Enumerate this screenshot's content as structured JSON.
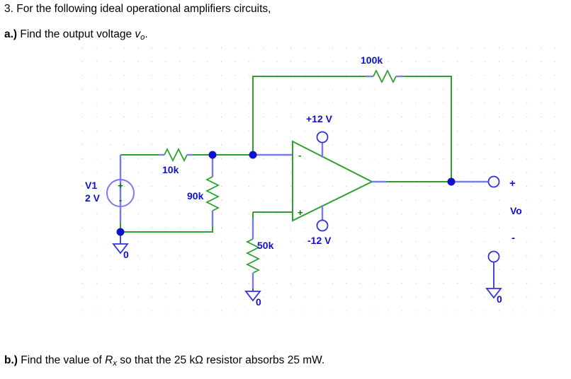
{
  "problem": {
    "intro": "3. For the following ideal operational amplifiers circuits,",
    "part_a_prefix": "a.)",
    "part_a_text": " Find the output voltage ",
    "part_a_symbol": "v",
    "part_a_symbol_sub": "o",
    "part_a_suffix": ".",
    "part_b_prefix": "b.)",
    "part_b_text_1": " Find the value of ",
    "part_b_symbol": "R",
    "part_b_symbol_sub": "x",
    "part_b_text_2": " so that the 25 kΩ resistor absorbs 25 mW."
  },
  "schematic": {
    "source": {
      "name": "V1",
      "value": "2 V",
      "plus": "+",
      "minus": "-"
    },
    "resistors": {
      "r_input": "10k",
      "r_shunt": "90k",
      "r_feedback": "100k",
      "r_noninv": "50k"
    },
    "supplies": {
      "positive": "+12 V",
      "negative": "-12 V"
    },
    "opamp": {
      "inverting_pin": "-",
      "noninverting_pin": "+"
    },
    "output": {
      "label": "Vo",
      "plus": "+",
      "minus": "-"
    },
    "grounds": {
      "g1": "0",
      "g2": "0",
      "g3": "0"
    },
    "colors": {
      "wire_green": "#2fa02f",
      "wire_blue": "#7a7aee",
      "label_blue": "#1111cc",
      "node_blue": "#1111cc",
      "grid_dot": "#bdbdbd"
    }
  }
}
